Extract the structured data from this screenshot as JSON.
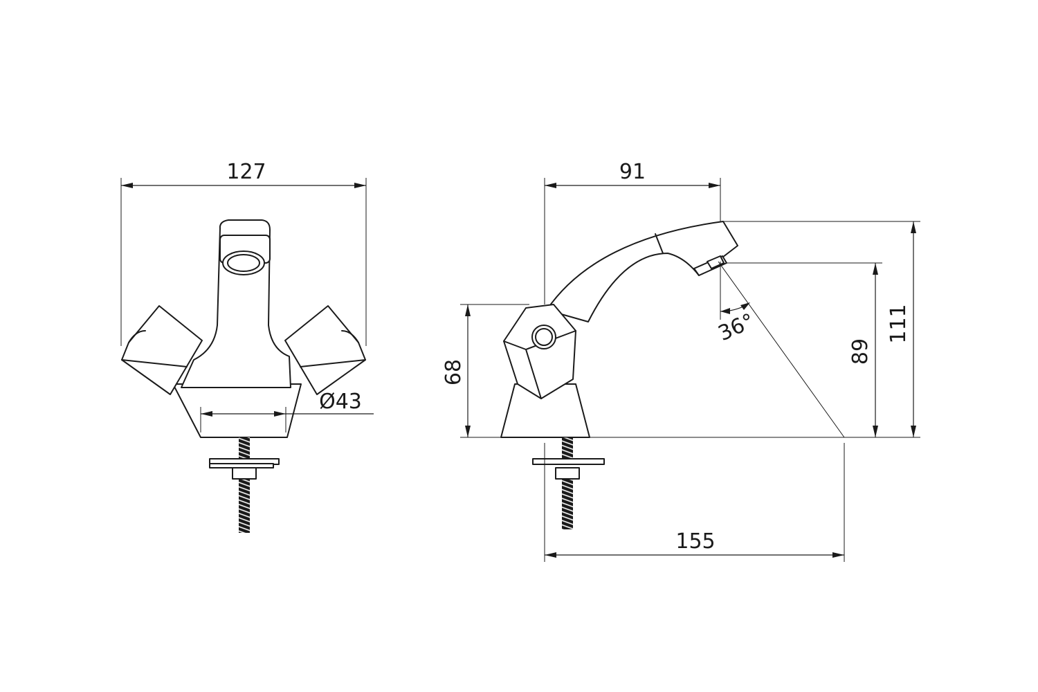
{
  "front_view": {
    "width_dimension": "127",
    "diameter_dimension": "Ø43"
  },
  "side_view": {
    "reach_dimension": "91",
    "base_height_dimension": "68",
    "outlet_height_dimension": "89",
    "total_height_dimension": "111",
    "projection_dimension": "155",
    "spray_angle_dimension": "36°"
  }
}
